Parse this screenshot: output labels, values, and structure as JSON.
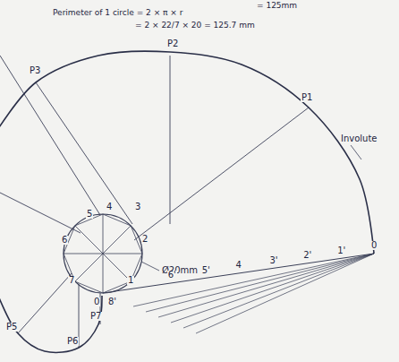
{
  "diagram": {
    "labels": [
      "Perimeter of 1 circle = 2 × π × r",
      "= 125mm",
      "= 2 × 22/7 × 20 = 125.7 mm",
      "P1",
      "P2",
      "P3",
      "P5",
      "P6",
      "P7",
      "Involute",
      "Ø20mm",
      "0",
      "1'",
      "2'",
      "3'",
      "4",
      "5'",
      "6'",
      "1",
      "2",
      "3",
      "4",
      "5",
      "6",
      "7",
      "0",
      "8'"
    ]
  }
}
